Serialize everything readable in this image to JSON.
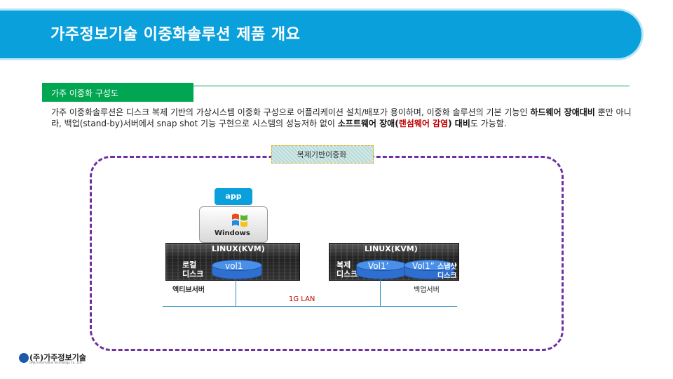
{
  "header": {
    "title": "가주정보기술 이중화솔루션 제품 개요"
  },
  "section": {
    "label": "가주 이중화 구성도"
  },
  "paragraph": {
    "p1": "가주 이중화솔루션은 디스크 복제 기반의 가상시스템 이중화 구성으로 어플리케이션 설치/배포가 용이하며, 이중화 솔루션의 기본 기능인 ",
    "b1": "하드웨어 장애대비",
    "p2": " 뿐만 아니라, 백업(stand-by)서버에서 snap shot 기능 구현으로 시스템의 성능저하 없이 ",
    "b2": "소프트웨어 장애(",
    "r1": "랜섬웨어 감염",
    "b3": ") 대비",
    "p3": "도 가능함."
  },
  "diagram": {
    "replication_label": "복제기반이중화",
    "app_label": "app",
    "windows_label": "Windows",
    "active": {
      "os": "LINUX(KVM)",
      "disk_line1": "로컬",
      "disk_line2": "디스크",
      "volume": "vol1",
      "caption": "액티브서버"
    },
    "backup": {
      "os": "LINUX(KVM)",
      "disk_line1": "복제",
      "disk_line2": "디스크",
      "volume1": "Vol1’",
      "volume2": "Vol1”",
      "snap_line1": "스냅샷",
      "snap_line2": "디스크",
      "caption": "백업서버"
    },
    "lan_label": "1G LAN"
  },
  "footer": {
    "logo_text": "(주)가주정보기술",
    "logo_sub": "GAJU information technology Co., Ltd."
  },
  "colors": {
    "title_bar": "#0aa0dc",
    "section_bar": "#00a651",
    "frame": "#7030a0",
    "lan_text": "#c00000"
  }
}
